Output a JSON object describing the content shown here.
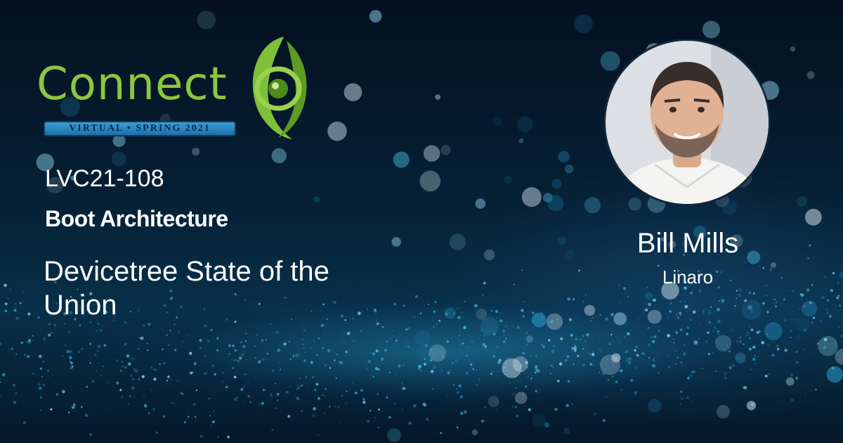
{
  "event": {
    "logo_word": "Connect",
    "logo_band": "VIRTUAL • SPRING 2021",
    "logo_color": "#8cc63f",
    "band_color": "#2a86c4"
  },
  "session": {
    "code": "LVC21-108",
    "track": "Boot Architecture",
    "title": "Devicetree State of the Union"
  },
  "speaker": {
    "name": "Bill Mills",
    "organization": "Linaro"
  },
  "colors": {
    "background_dark": "#04101f",
    "particle_glow": "#2aa0d2",
    "text": "#ffffff"
  },
  "icons": {
    "emblem": "connect-swirl-emblem",
    "photo": "speaker-portrait"
  }
}
